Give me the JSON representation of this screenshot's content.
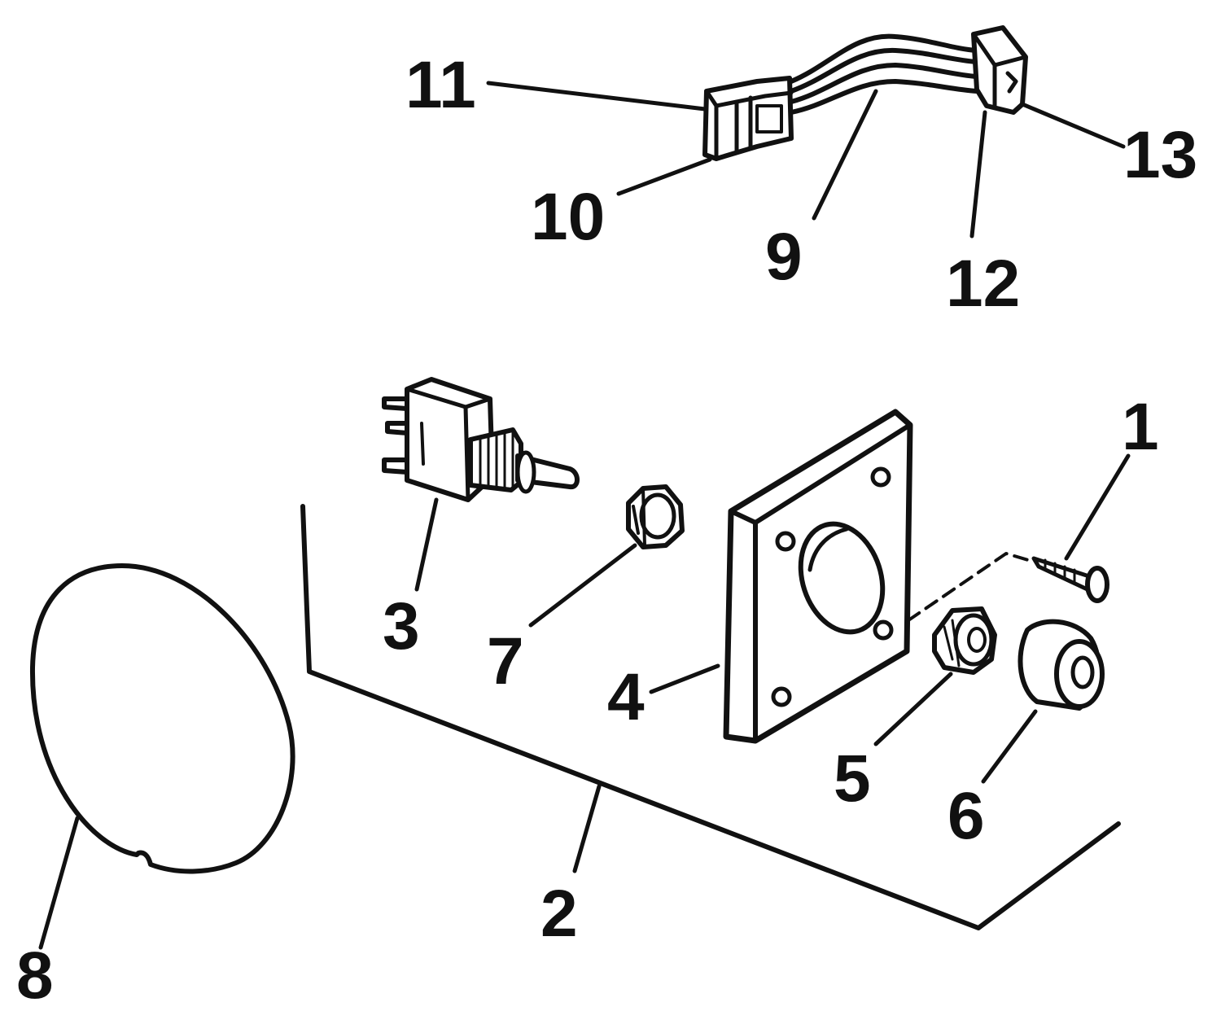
{
  "diagram": {
    "colors": {
      "ink": "#111111",
      "paper": "#ffffff"
    },
    "callouts": [
      {
        "id": "1",
        "text": "1",
        "part": "screw"
      },
      {
        "id": "2",
        "text": "2",
        "part": "panel"
      },
      {
        "id": "3",
        "text": "3",
        "part": "toggle-switch"
      },
      {
        "id": "4",
        "text": "4",
        "part": "mounting-plate"
      },
      {
        "id": "5",
        "text": "5",
        "part": "bushing-nut"
      },
      {
        "id": "6",
        "text": "6",
        "part": "boot-cap"
      },
      {
        "id": "7",
        "text": "7",
        "part": "hex-nut"
      },
      {
        "id": "8",
        "text": "8",
        "part": "gasket-disc"
      },
      {
        "id": "9",
        "text": "9",
        "part": "wire-harness"
      },
      {
        "id": "10",
        "text": "10",
        "part": "connector-housing-left"
      },
      {
        "id": "11",
        "text": "11",
        "part": "connector-left"
      },
      {
        "id": "12",
        "text": "12",
        "part": "connector-housing-right"
      },
      {
        "id": "13",
        "text": "13",
        "part": "connector-right"
      }
    ]
  }
}
